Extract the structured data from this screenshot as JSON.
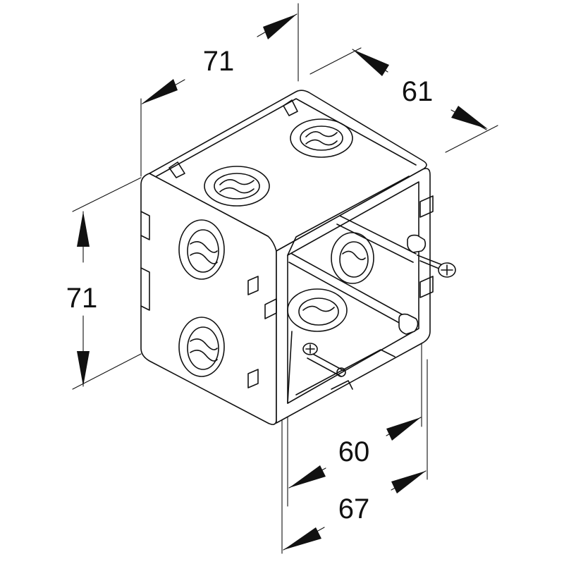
{
  "dimensions": {
    "top_width": "71",
    "top_depth": "61",
    "height": "71",
    "inner_width": "60",
    "outer_width": "67"
  }
}
